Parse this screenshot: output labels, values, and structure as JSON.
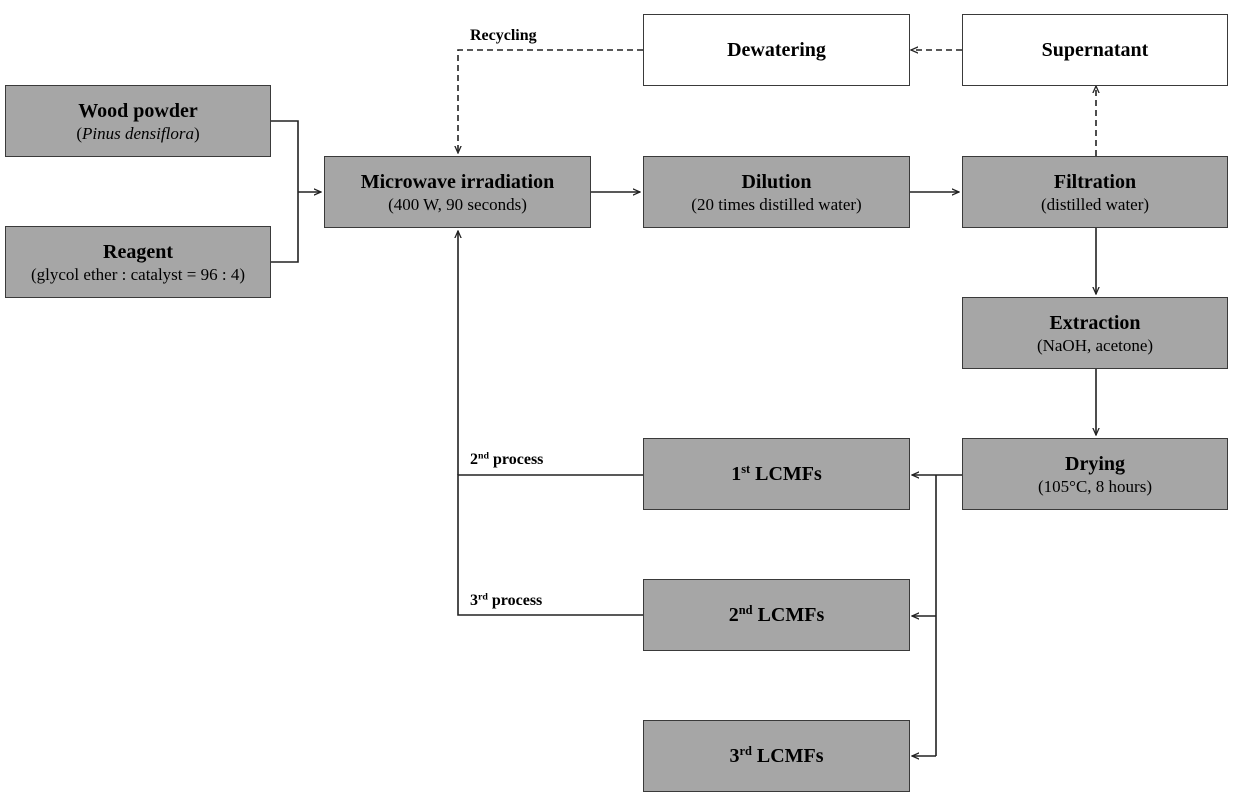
{
  "boxes": {
    "wood": {
      "title": "Wood powder",
      "sub_pre": "(",
      "sub_italic": "Pinus densiflora",
      "sub_post": ")"
    },
    "reagent": {
      "title": "Reagent",
      "sub": "(glycol ether : catalyst = 96 : 4)"
    },
    "microwave": {
      "title": "Microwave irradiation",
      "sub": "(400 W, 90 seconds)"
    },
    "dilution": {
      "title": "Dilution",
      "sub": "(20 times distilled water)"
    },
    "filtration": {
      "title": "Filtration",
      "sub": "(distilled water)"
    },
    "dewatering": {
      "title": "Dewatering"
    },
    "supernatant": {
      "title": "Supernatant"
    },
    "extraction": {
      "title": "Extraction",
      "sub": "(NaOH, acetone)"
    },
    "drying": {
      "title": "Drying",
      "sub": "(105°C, 8 hours)"
    },
    "lcmf1": {
      "num": "1",
      "sup": "st",
      "text": " LCMFs"
    },
    "lcmf2": {
      "num": "2",
      "sup": "nd",
      "text": " LCMFs"
    },
    "lcmf3": {
      "num": "3",
      "sup": "rd",
      "text": " LCMFs"
    }
  },
  "labels": {
    "recycling": "Recycling",
    "process2": {
      "num": "2",
      "sup": "nd",
      "text": " process"
    },
    "process3": {
      "num": "3",
      "sup": "rd",
      "text": " process"
    }
  },
  "colors": {
    "box_fill": "#a6a6a6",
    "line": "#222222"
  }
}
